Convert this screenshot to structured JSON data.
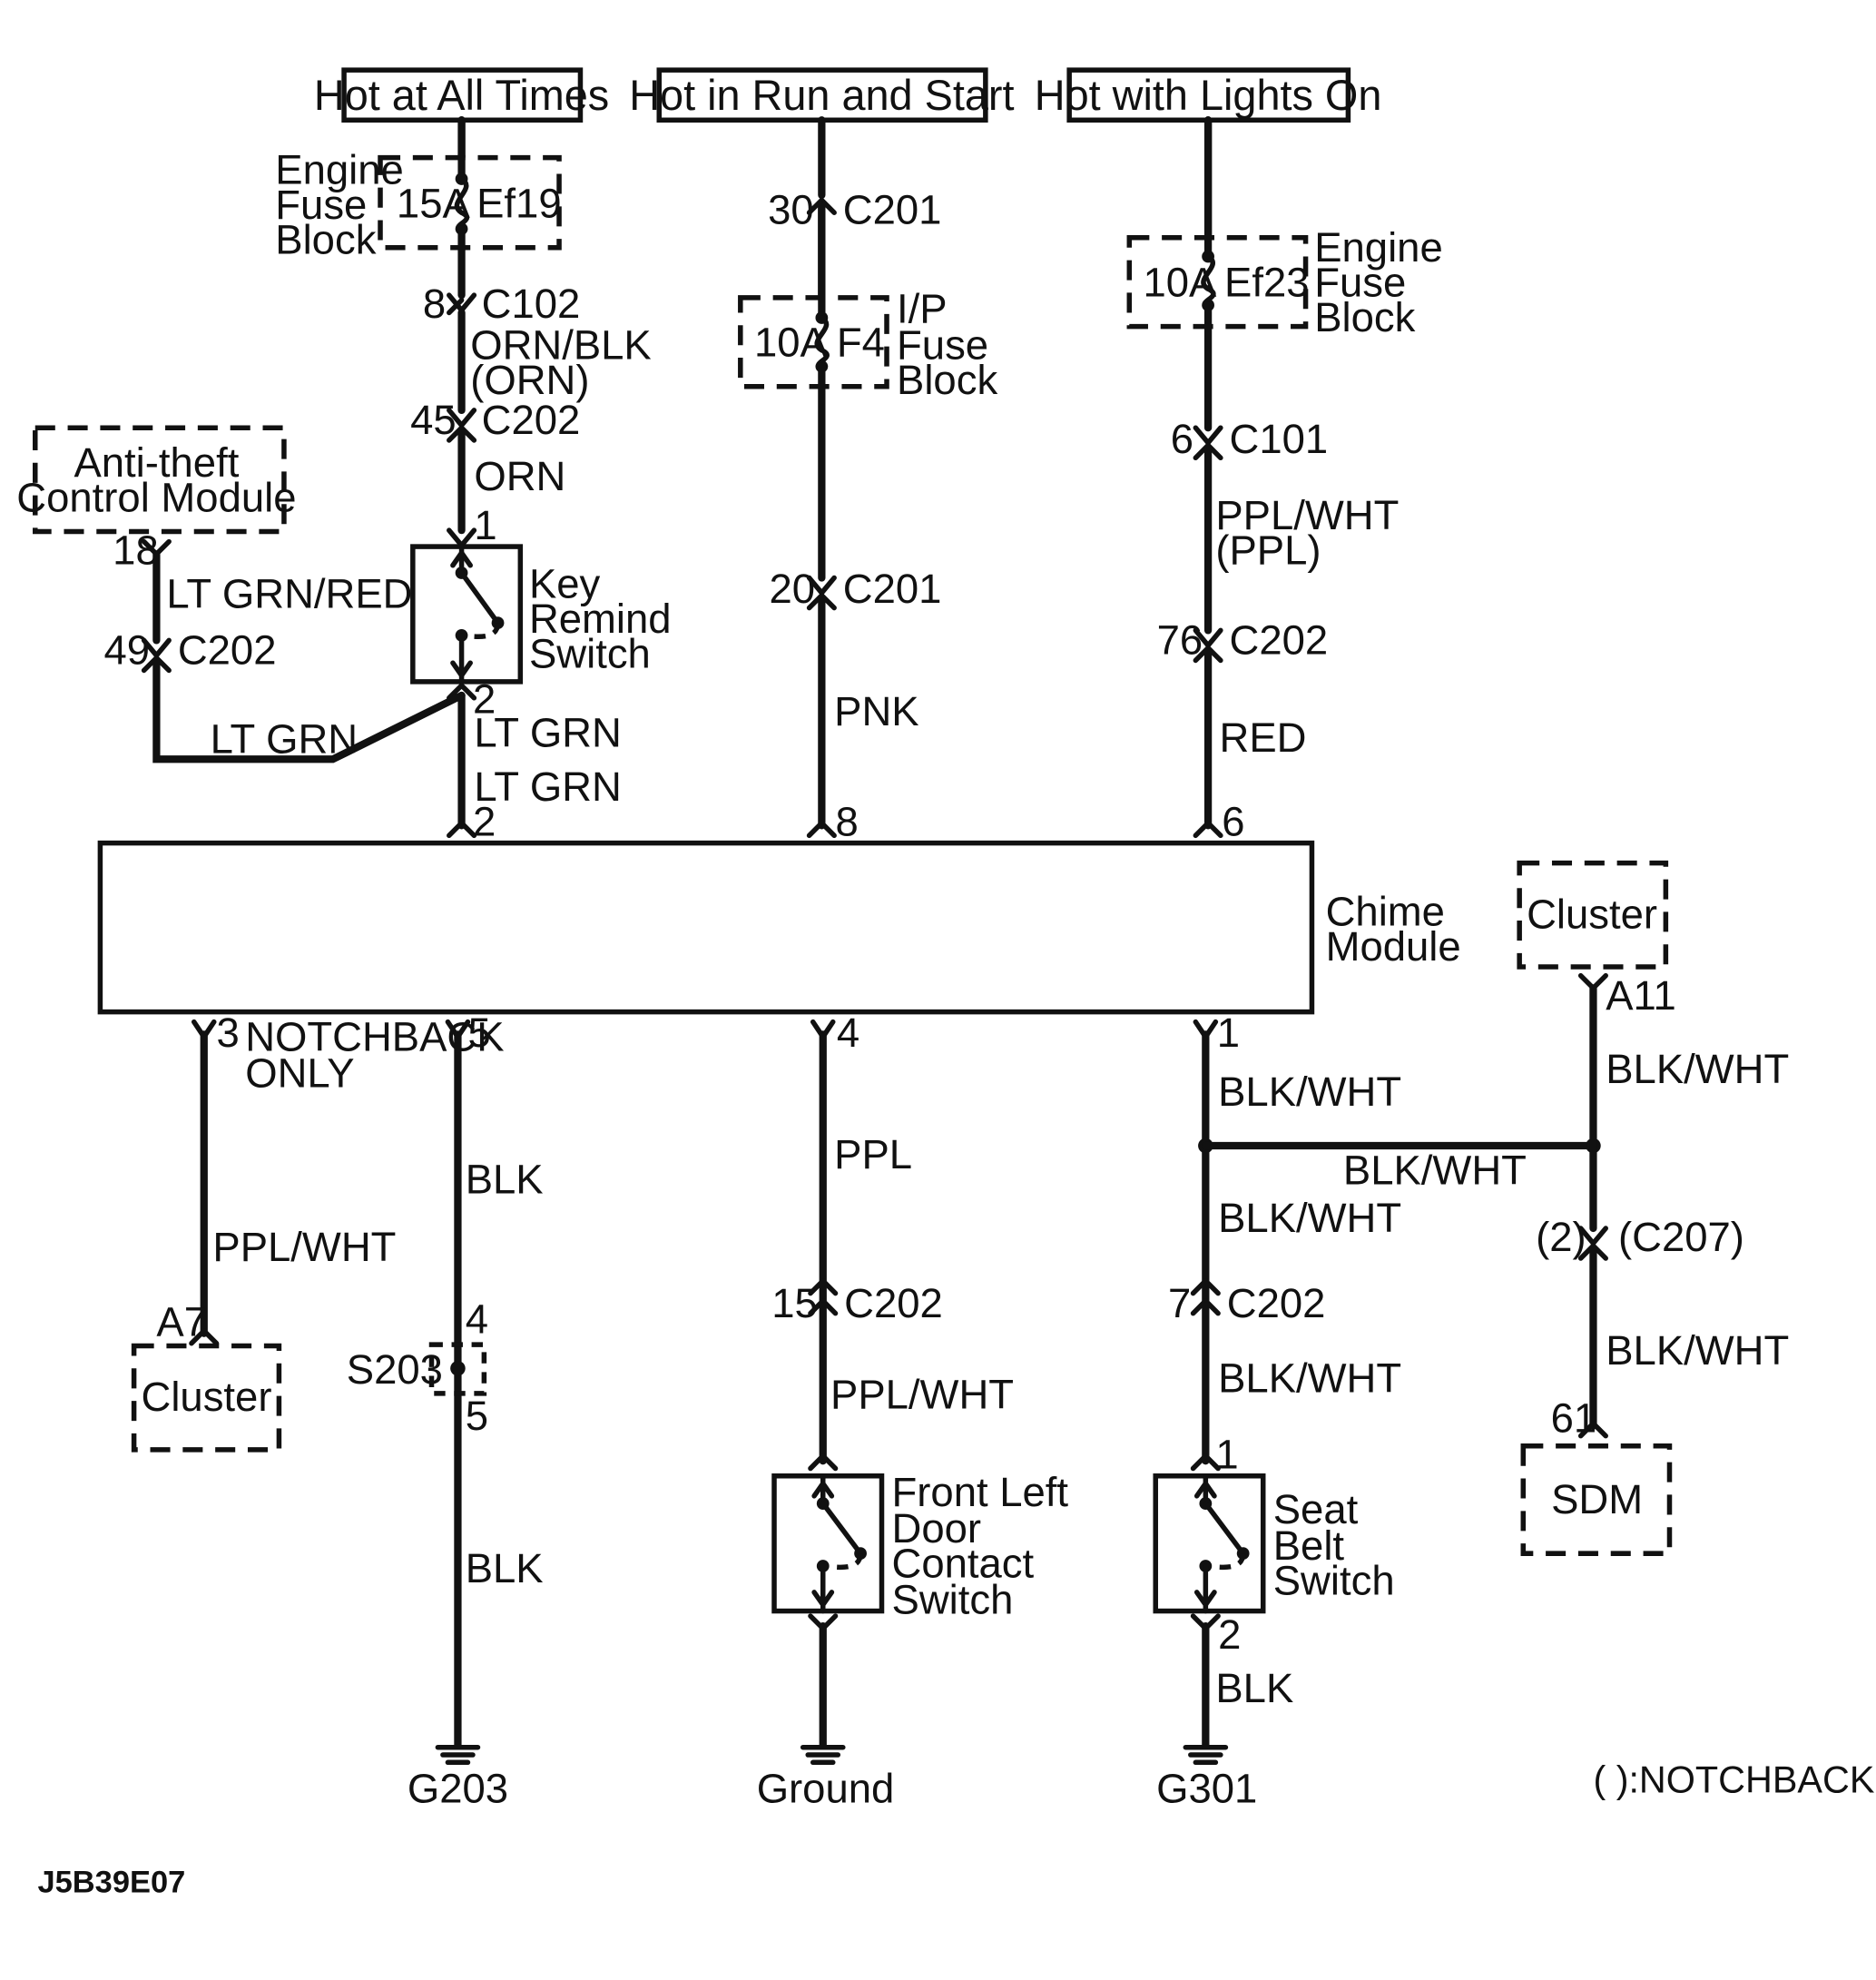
{
  "figure_id": "J5B39E07",
  "notchback_note": "( ):NOTCHBACK",
  "sources": {
    "hot_at_all_times": "Hot at All Times",
    "hot_in_run_and_start": "Hot in Run and Start",
    "hot_with_lights_on": "Hot with Lights On"
  },
  "fuses": {
    "ef19": {
      "rating": "15A",
      "id": "Ef19",
      "block": [
        "Engine",
        "Fuse",
        "Block"
      ]
    },
    "f4": {
      "rating": "10A",
      "id": "F4",
      "block": [
        "I/P",
        "Fuse",
        "Block"
      ]
    },
    "ef23": {
      "rating": "10A",
      "id": "Ef23",
      "block": [
        "Engine",
        "Fuse",
        "Block"
      ]
    }
  },
  "connectors": {
    "c102_pin": "8",
    "c102": "C102",
    "c202_pin_45": "45",
    "c202": "C202",
    "c201_pin_30": "30",
    "c201": "C201",
    "c201_pin_20": "20",
    "c101_pin": "6",
    "c101": "C101",
    "c202_pin_76": "76",
    "atcm_pin": "18",
    "c202_pin_49": "49",
    "ks_pin_1": "1",
    "ks_pin_2": "2",
    "cm_pin_2": "2",
    "cm_pin_8": "8",
    "cm_pin_6": "6",
    "cm_pin_3": "3",
    "cm_pin_5": "5",
    "cm_pin_4": "4",
    "cm_pin_1": "1",
    "cluster_a11": "A11",
    "cluster_a7": "A7",
    "s203_pin_4": "4",
    "s203_pin_5": "5",
    "s203": "S203",
    "c202_pin_15": "15",
    "c202_pin_7": "7",
    "c207_pin": "(2)",
    "c207": "(C207)",
    "sdm_pin": "61",
    "sb_pin_1": "1",
    "sb_pin_2": "2"
  },
  "wires": {
    "orn_blk": "ORN/BLK",
    "orn_paren": "(ORN)",
    "orn": "ORN",
    "lt_grn_red": "LT GRN/RED",
    "lt_grn_a": "LT GRN",
    "lt_grn_b": "LT GRN",
    "lt_grn_c": "LT GRN",
    "pnk": "PNK",
    "ppl_wht_top": "PPL/WHT",
    "ppl_paren": "(PPL)",
    "red": "RED",
    "ppl_wht_cluster": "PPL/WHT",
    "blk_a": "BLK",
    "blk_b": "BLK",
    "ppl": "PPL",
    "ppl_wht_door": "PPL/WHT",
    "blk_wht_a": "BLK/WHT",
    "blk_wht_b": "BLK/WHT",
    "blk_wht_c": "BLK/WHT",
    "blk_wht_d": "BLK/WHT",
    "blk_wht_e": "BLK/WHT",
    "blk_wht_f": "BLK/WHT",
    "blk_sb": "BLK"
  },
  "components": {
    "anti_theft": [
      "Anti-theft",
      "Control Module"
    ],
    "key_remind": [
      "Key",
      "Remind",
      "Switch"
    ],
    "chime_module": [
      "Chime",
      "Module"
    ],
    "cluster_right": "Cluster",
    "cluster_left": "Cluster",
    "sdm": "SDM",
    "door_switch": [
      "Front Left",
      "Door",
      "Contact",
      "Switch"
    ],
    "seat_belt": [
      "Seat",
      "Belt",
      "Switch"
    ],
    "notchback_only": [
      "NOTCHBACK",
      "ONLY"
    ]
  },
  "grounds": {
    "g203": "G203",
    "ground": "Ground",
    "g301": "G301"
  }
}
